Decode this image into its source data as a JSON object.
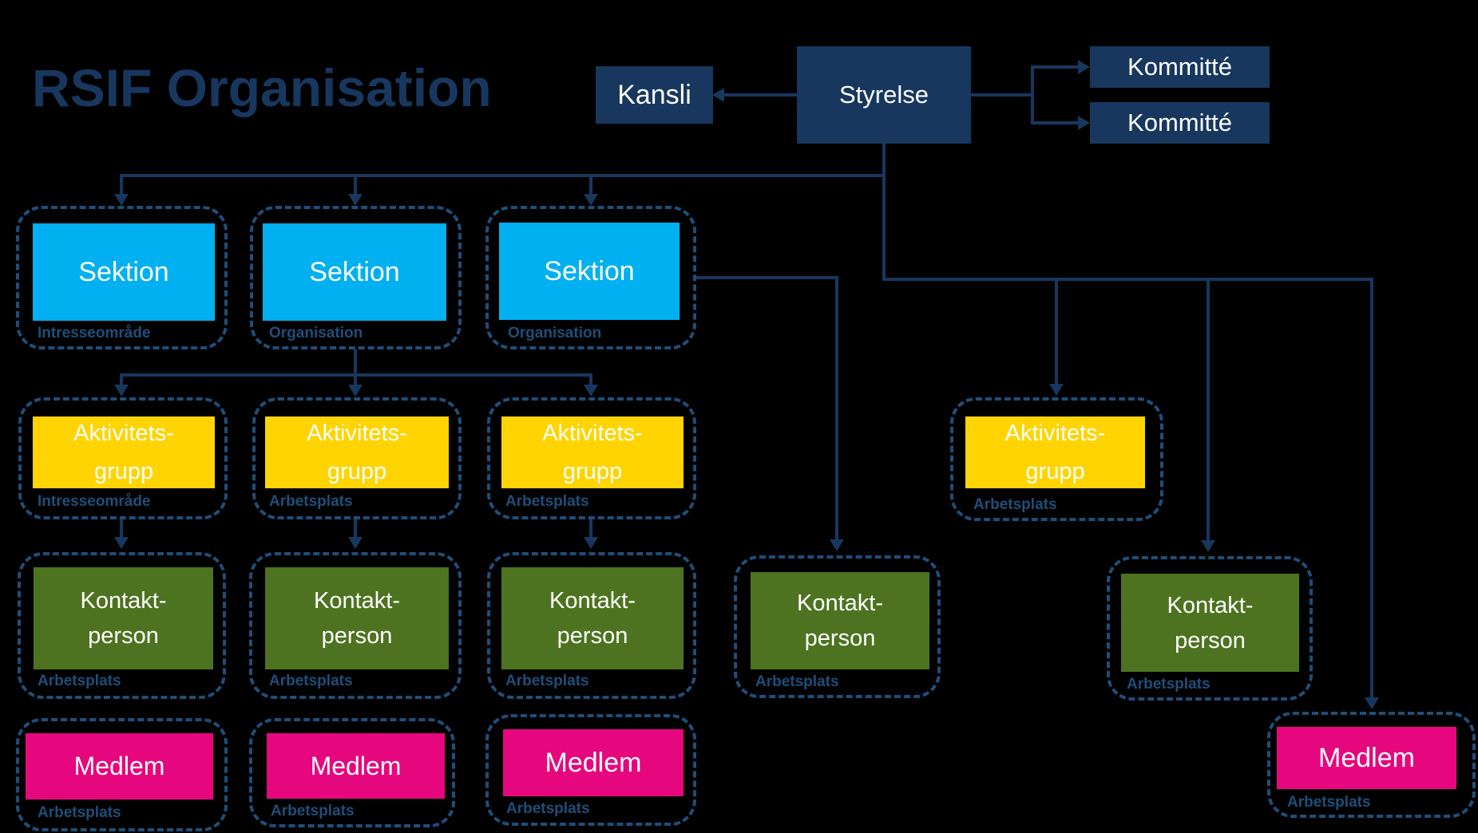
{
  "title": "RSIF Organisation",
  "colors": {
    "navy": "#17375e",
    "dash": "#1f4e79",
    "blue": "#00b0f0",
    "yellow": "#ffd400",
    "green": "#4e7320",
    "pink": "#e6077e",
    "white": "#ffffff",
    "bg": "#000000"
  },
  "top": {
    "kansli": "Kansli",
    "styrelse": "Styrelse",
    "kommitte1": "Kommitté",
    "kommitte2": "Kommitté"
  },
  "rows": {
    "sektion": [
      {
        "label": "Sektion",
        "sublabel": "Intresseområde"
      },
      {
        "label": "Sektion",
        "sublabel": "Organisation"
      },
      {
        "label": "Sektion",
        "sublabel": "Organisation"
      }
    ],
    "aktivitetsgrupp": [
      {
        "label": "Aktivitets-\ngrupp",
        "sublabel": "Intresseområde"
      },
      {
        "label": "Aktivitets-\ngrupp",
        "sublabel": "Arbetsplats"
      },
      {
        "label": "Aktivitets-\ngrupp",
        "sublabel": "Arbetsplats"
      },
      {
        "label": "Aktivitets-\ngrupp",
        "sublabel": "Arbetsplats"
      }
    ],
    "kontaktperson": [
      {
        "label": "Kontakt-\nperson",
        "sublabel": "Arbetsplats"
      },
      {
        "label": "Kontakt-\nperson",
        "sublabel": "Arbetsplats"
      },
      {
        "label": "Kontakt-\nperson",
        "sublabel": "Arbetsplats"
      },
      {
        "label": "Kontakt-\nperson",
        "sublabel": "Arbetsplats"
      },
      {
        "label": "Kontakt-\nperson",
        "sublabel": "Arbetsplats"
      }
    ],
    "medlem": [
      {
        "label": "Medlem",
        "sublabel": "Arbetsplats"
      },
      {
        "label": "Medlem",
        "sublabel": "Arbetsplats"
      },
      {
        "label": "Medlem",
        "sublabel": "Arbetsplats"
      },
      {
        "label": "Medlem",
        "sublabel": "Arbetsplats"
      }
    ]
  }
}
